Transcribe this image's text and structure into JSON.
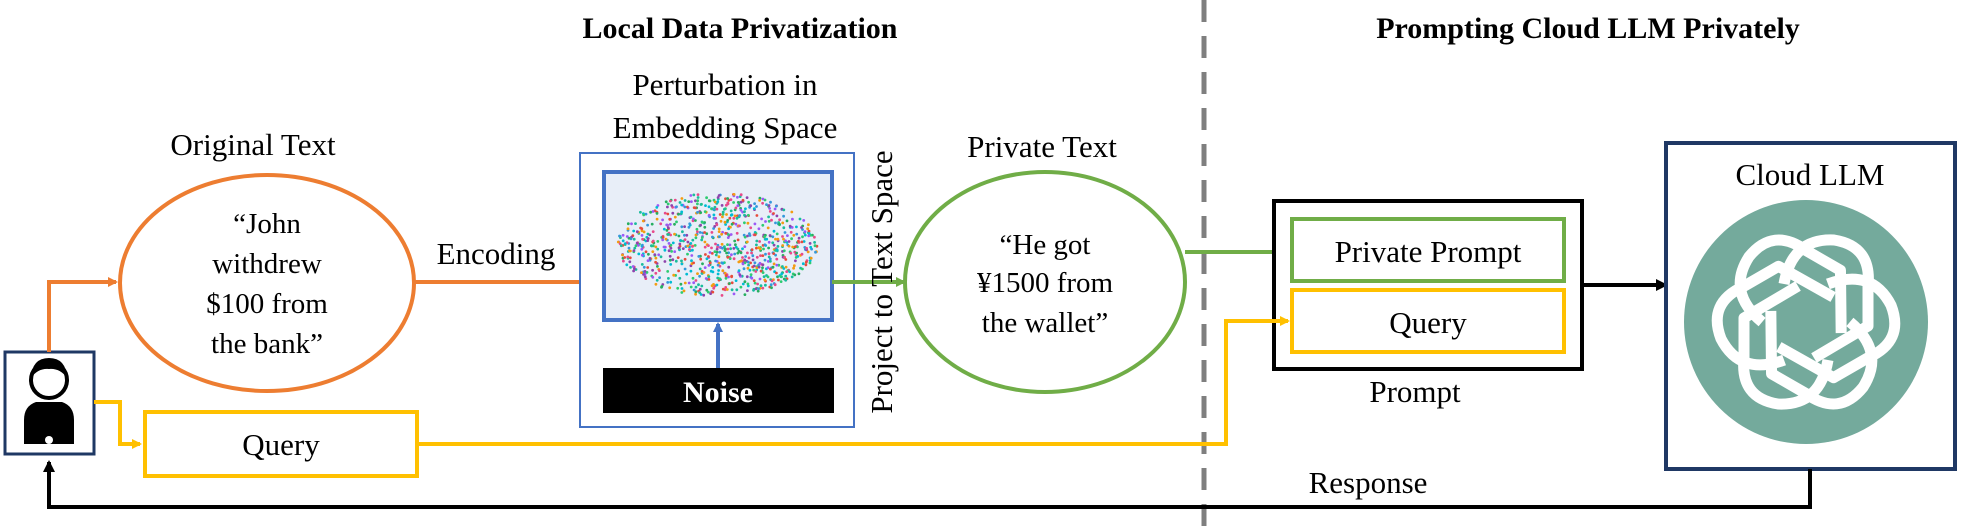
{
  "sections": {
    "left_title": "Local Data Privatization",
    "right_title": "Prompting Cloud LLM Privately"
  },
  "original_text": {
    "label": "Original Text",
    "lines": [
      "“John",
      "withdrew",
      "$100 from",
      "the bank”"
    ]
  },
  "encoding_label": "Encoding",
  "perturbation": {
    "title_lines": [
      "Perturbation in",
      "Embedding Space"
    ],
    "noise_label": "Noise"
  },
  "project_label": "Project to Text Space",
  "private_text": {
    "label": "Private Text",
    "lines": [
      "“He got",
      "¥1500 from",
      "the wallet”"
    ]
  },
  "prompt_box": {
    "private_prompt_label": "Private Prompt",
    "query_label": "Query",
    "caption": "Prompt"
  },
  "cloud": {
    "label": "Cloud LLM",
    "icon": "openai-logo-icon"
  },
  "user_query_label": "Query",
  "response_label": "Response",
  "user_icon": "user-avatar-icon",
  "colors": {
    "orange": "#ED7D31",
    "green": "#70AD47",
    "yellow": "#FFC000",
    "blue": "#4472C4",
    "navy": "#1F3864",
    "teal": "#74AA9C",
    "dashed": "#7F7F7F",
    "black": "#000000"
  }
}
